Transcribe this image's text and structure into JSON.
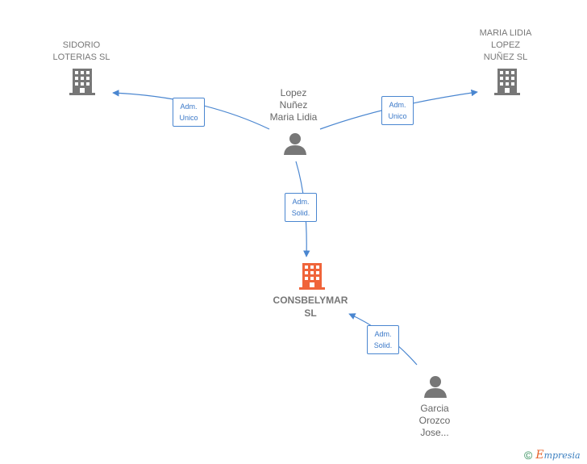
{
  "nodes": {
    "company_left": {
      "label": "SIDORIO\nLOTERIAS  SL"
    },
    "company_right": {
      "label": "MARIA LIDIA\nLOPEZ\nNUÑEZ SL"
    },
    "person_top": {
      "label": "Lopez\nNuñez\nMaria Lidia"
    },
    "center": {
      "label": "CONSBELYMAR\nSL"
    },
    "person_bottom": {
      "label": "Garcia\nOrozco\nJose..."
    }
  },
  "edges": {
    "to_left": {
      "label": "Adm.\nUnico"
    },
    "to_right": {
      "label": "Adm.\nUnico"
    },
    "to_center": {
      "label": "Adm.\nSolid."
    },
    "bottom_to_center": {
      "label": "Adm.\nSolid."
    }
  },
  "colors": {
    "edge": "#4a86d0",
    "company_icon": "#777777",
    "center_icon": "#f0643a",
    "person_icon": "#777777"
  },
  "brand": {
    "copyright": "©",
    "name_initial": "E",
    "name_rest": "mpresia"
  }
}
